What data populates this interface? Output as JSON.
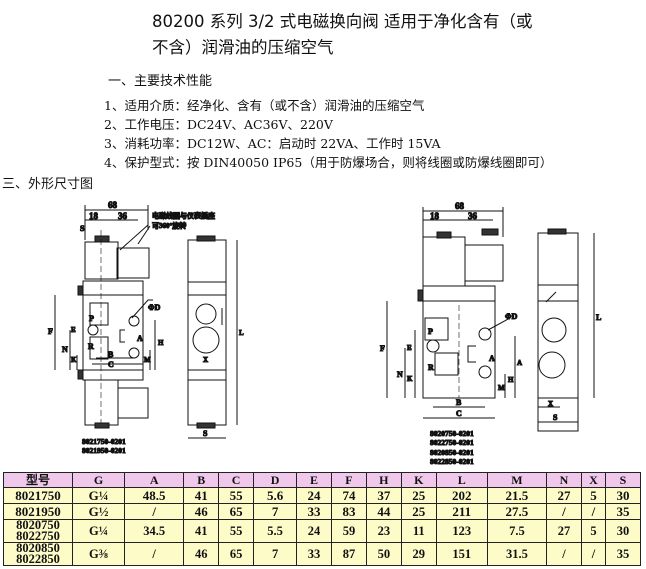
{
  "title": {
    "line1": "80200 系列 3/2 式电磁换向阀 适用于净化含有（或",
    "line2": "不含）润滑油的压缩空气"
  },
  "section1": {
    "heading": "一、主要技术性能",
    "items": [
      "1、适用介质：经净化、含有（或不含）润滑油的压缩空气",
      "2、工作电压：DC24V、AC36V、220V",
      "3、消耗功率：DC12W、AC：启动时 22VA、工作时 15VA",
      "4、保护型式：按 DIN40050 IP65（用于防爆场合，则将线圈或防爆线圈即可）"
    ]
  },
  "section3": {
    "heading": "三、外形尺寸图"
  },
  "drawing_left": {
    "dim_68": "68",
    "dim_18": "18",
    "dim_36": "36",
    "dim_s_top": "S",
    "note1": "电磁线圈与仪表插座",
    "note2": "可360°旋转",
    "phi_d": "ΦD",
    "P": "P",
    "R": "R",
    "A": "A",
    "B": "B",
    "C": "C",
    "F": "F",
    "N": "N",
    "K": "K",
    "E": "E",
    "H": "H",
    "M": "M",
    "L": "L",
    "X": "X",
    "S": "S",
    "models": [
      "8021750-0201",
      "8021950-0201"
    ]
  },
  "drawing_right": {
    "dim_68": "68",
    "dim_18": "18",
    "dim_36": "36",
    "phi_d": "ΦD",
    "P": "P",
    "R": "R",
    "A": "A",
    "B": "B",
    "C": "C",
    "F": "F",
    "N": "N",
    "K": "K",
    "E": "E",
    "H": "H",
    "M": "M",
    "L": "L",
    "X": "X",
    "S": "S",
    "models": [
      "8020750-0201",
      "8022750-0201",
      "8020850-0201",
      "8022850-0201"
    ]
  },
  "table": {
    "headers": [
      "型号",
      "G",
      "A",
      "B",
      "C",
      "D",
      "E",
      "F",
      "H",
      "K",
      "L",
      "M",
      "N",
      "X",
      "S"
    ],
    "rows": [
      {
        "model": [
          "8021750"
        ],
        "cells": [
          "G¼",
          "48.5",
          "41",
          "55",
          "5.6",
          "24",
          "74",
          "37",
          "25",
          "202",
          "21.5",
          "27",
          "5",
          "30"
        ]
      },
      {
        "model": [
          "8021950"
        ],
        "cells": [
          "G½",
          "/",
          "46",
          "65",
          "7",
          "33",
          "83",
          "44",
          "25",
          "211",
          "27.5",
          "/",
          "/",
          "35"
        ]
      },
      {
        "model": [
          "8020750",
          "8022750"
        ],
        "cells": [
          "G¼",
          "34.5",
          "41",
          "55",
          "5.5",
          "24",
          "59",
          "23",
          "11",
          "123",
          "7.5",
          "27",
          "5",
          "30"
        ]
      },
      {
        "model": [
          "8020850",
          "8022850"
        ],
        "cells": [
          "G⅜",
          "/",
          "46",
          "65",
          "7",
          "33",
          "87",
          "50",
          "29",
          "151",
          "31.5",
          "/",
          "/",
          "35"
        ]
      }
    ]
  }
}
